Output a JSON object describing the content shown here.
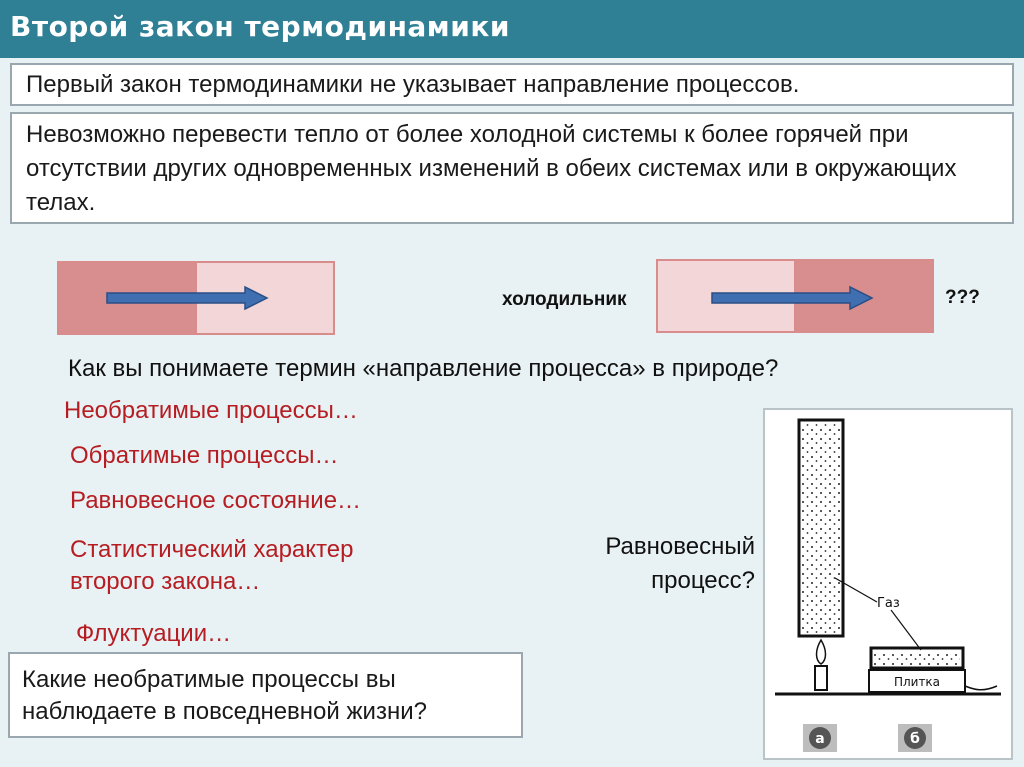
{
  "header": {
    "title": "Второй закон термодинамики"
  },
  "statements": {
    "first": "Первый закон термодинамики не указывает направление процессов.",
    "second": "Невозможно перевести тепло от более холодной системы к более горячей при отсутствии других одновременных изменений в обеих системах или в окружающих телах."
  },
  "heat_demo": {
    "fridge_label": "холодильник",
    "unknown_label": "???"
  },
  "question": "Как вы понимаете термин «направление процесса» в природе?",
  "topics": [
    "Необратимые процессы…",
    "Обратимые  процессы…",
    "Равновесное состояние…",
    "Статистический характер",
    "второго закона…",
    "Флуктуации…"
  ],
  "equilibrium": {
    "line1": "Равновесный",
    "line2": "процесс?"
  },
  "everyday_question": {
    "line1": "Какие необратимые процессы вы",
    "line2": "наблюдаете в повседневной жизни?"
  },
  "diagram": {
    "gas_label": "Газ",
    "stove_label": "Плитка",
    "label_a": "а",
    "label_b": "б"
  },
  "colors": {
    "header_bg": "#2f7f95",
    "hot": "#d88d8e",
    "cold": "#f3d7d8",
    "arrow": "#3f6fb0",
    "topic_text": "#b61d22"
  }
}
